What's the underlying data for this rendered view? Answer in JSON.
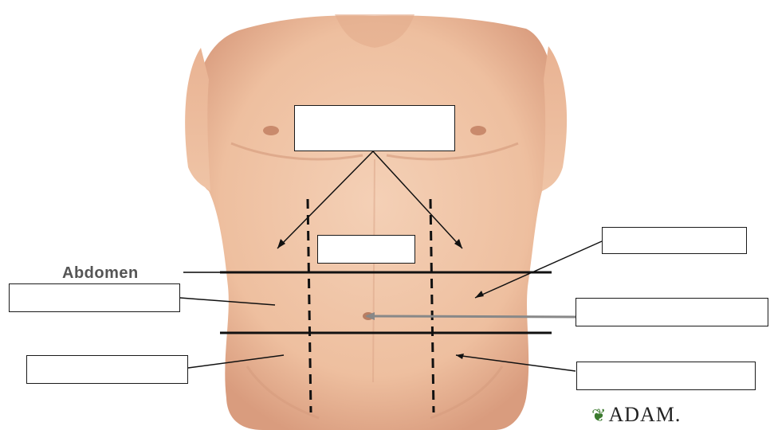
{
  "diagram": {
    "title_label": "Abdomen",
    "labels": [
      {
        "id": "center-top",
        "text": ""
      },
      {
        "id": "center-small",
        "text": ""
      },
      {
        "id": "upper-left",
        "text": ""
      },
      {
        "id": "lower-left",
        "text": ""
      },
      {
        "id": "upper-right",
        "text": ""
      },
      {
        "id": "middle-right",
        "text": ""
      },
      {
        "id": "lower-right",
        "text": ""
      }
    ]
  },
  "logo": {
    "mark": "❦",
    "text": "ADAM."
  },
  "colors": {
    "skin": "#f1c9ad",
    "skin_shadow": "#dca285",
    "line": "#111111",
    "pointer_gray": "#888888"
  }
}
